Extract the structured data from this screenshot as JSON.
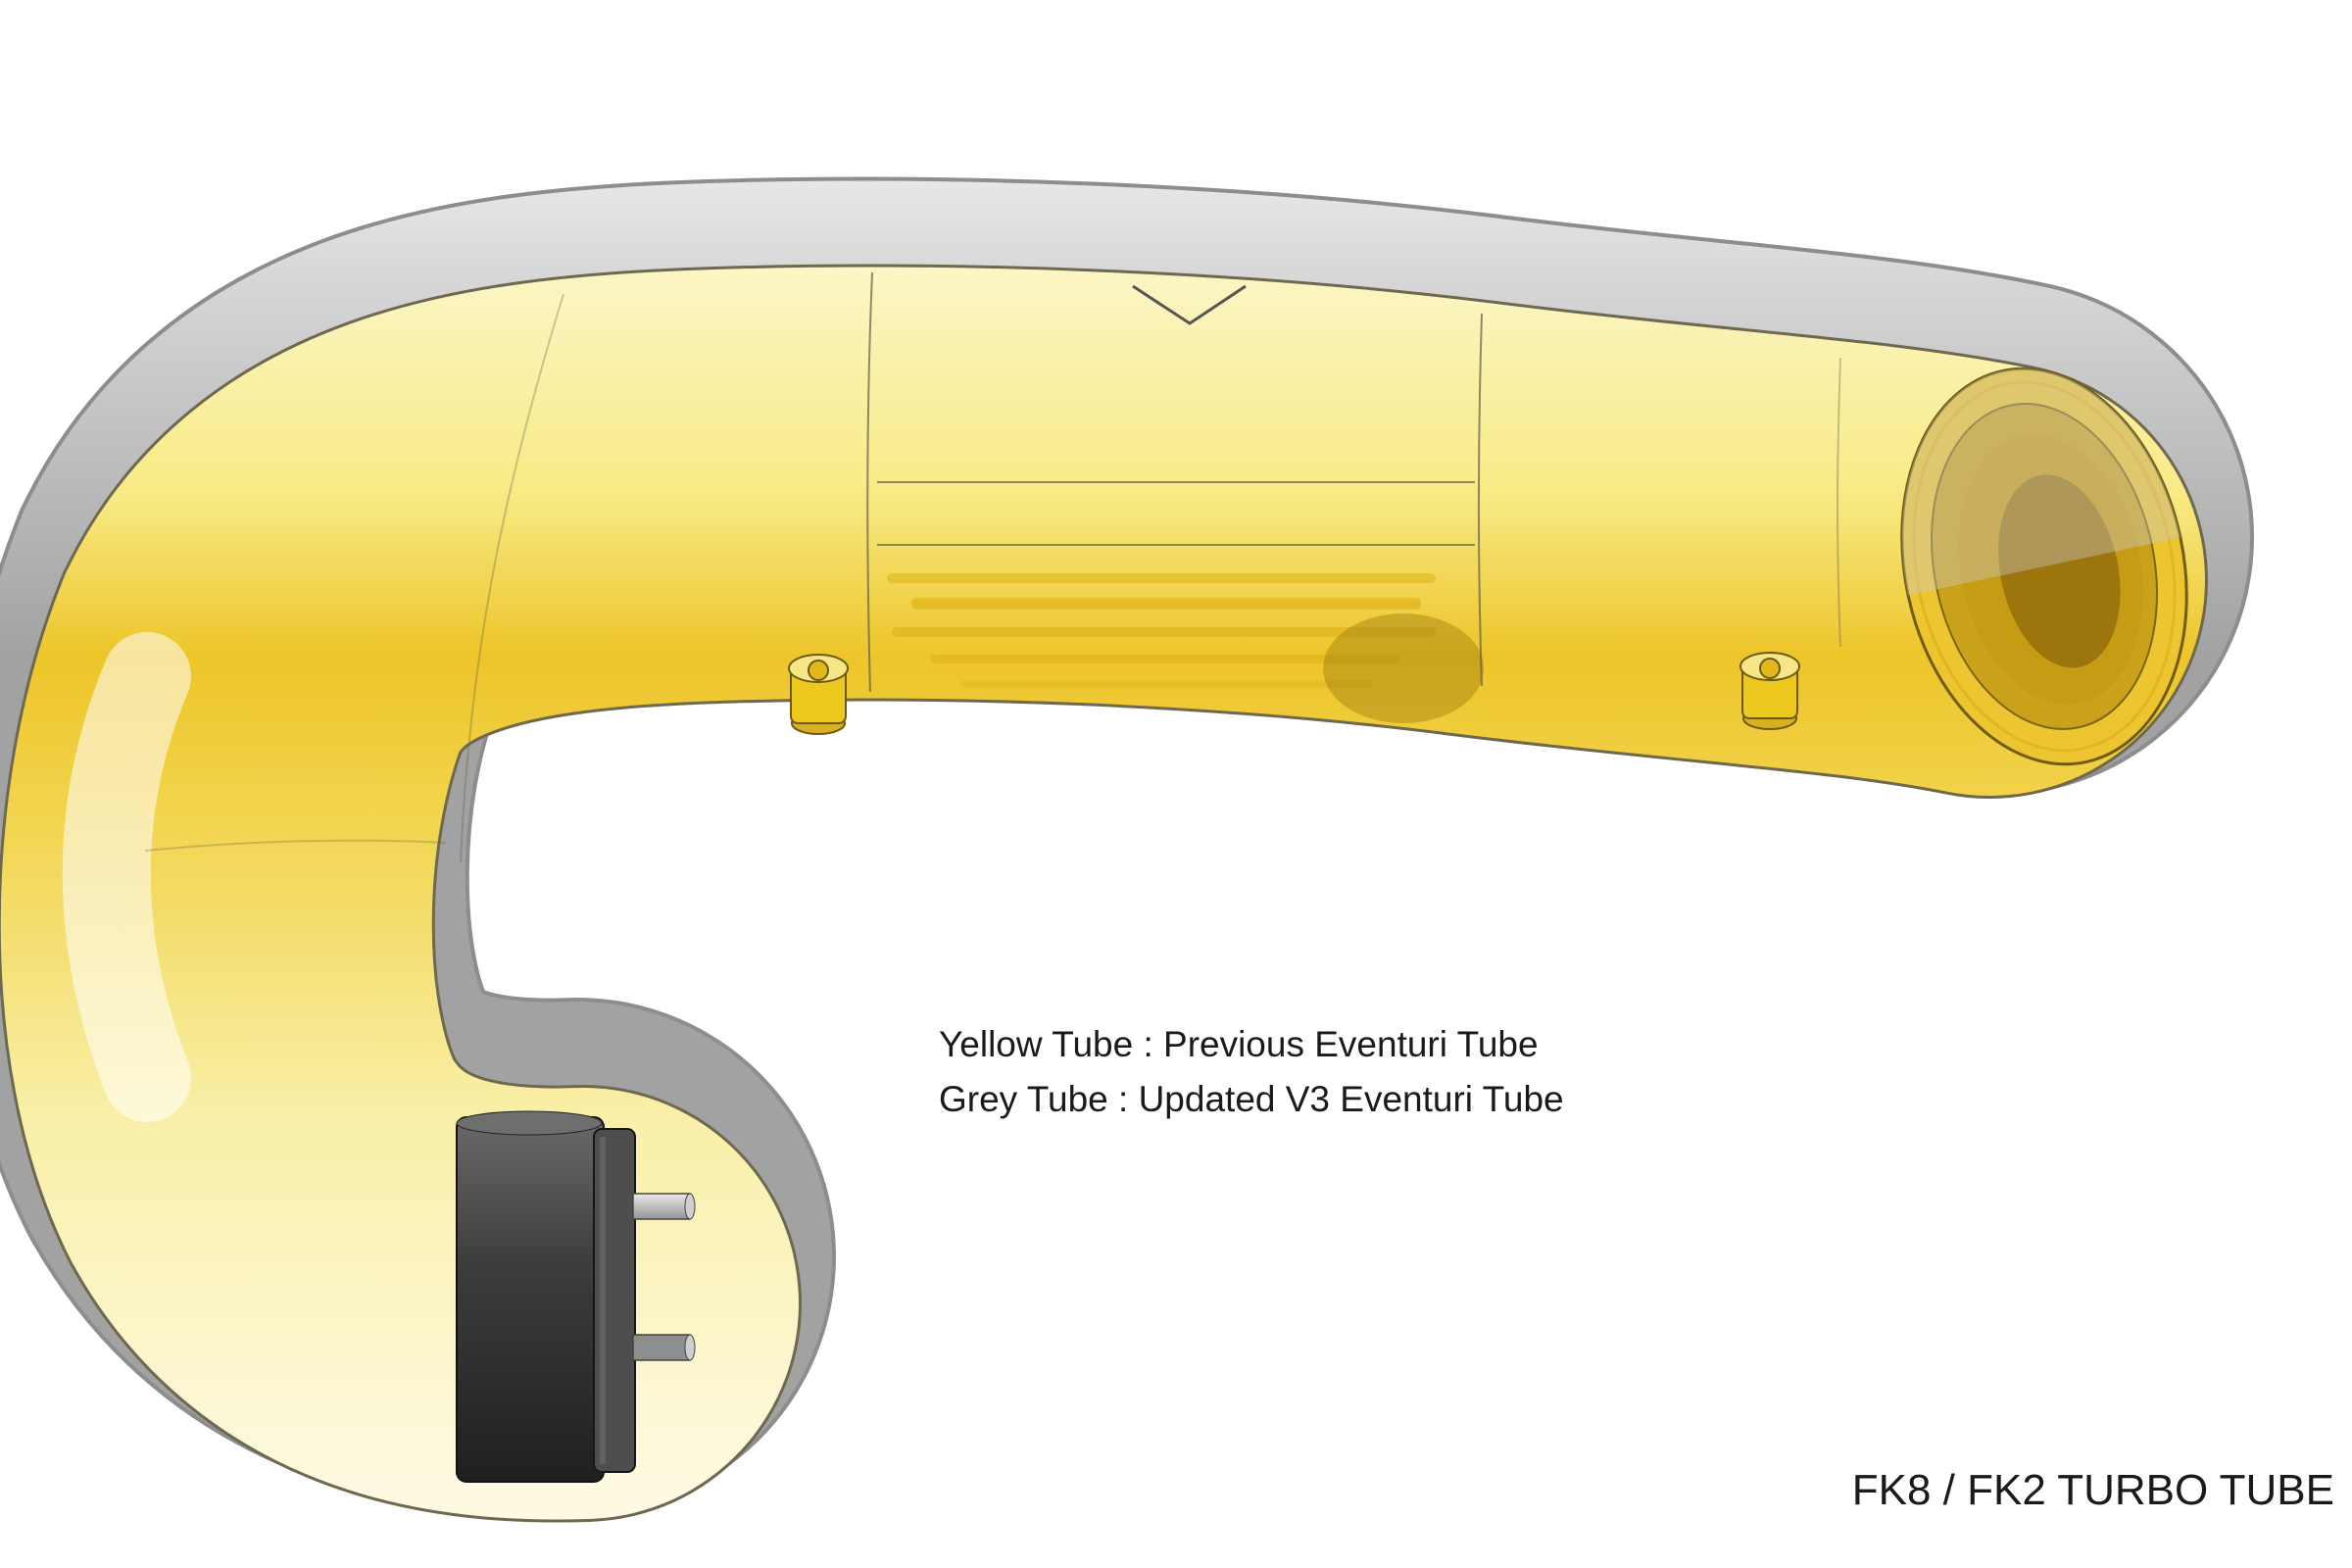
{
  "page": {
    "background": "#FFFFFF"
  },
  "annotation": {
    "line1": "Yellow Tube : Previous Eventuri Tube",
    "line2": "Grey Tube : Updated V3 Eventuri Tube"
  },
  "caption": {
    "title": "FK8 / FK2 TURBO TUBE"
  },
  "legend": [
    {
      "label": "Yellow Tube",
      "meaning": "Previous Eventuri Tube",
      "color": "#EEC52A"
    },
    {
      "label": "Grey Tube",
      "meaning": "Updated V3 Eventuri Tube",
      "color": "#BFBFBF"
    }
  ],
  "colors": {
    "yellow_tube": "#EEC52A",
    "grey_tube": "#BFBFBF",
    "flange": "#3A3A3A",
    "pins": "#C0C0C0",
    "text": "#1A1A1A",
    "background": "#FFFFFF"
  }
}
